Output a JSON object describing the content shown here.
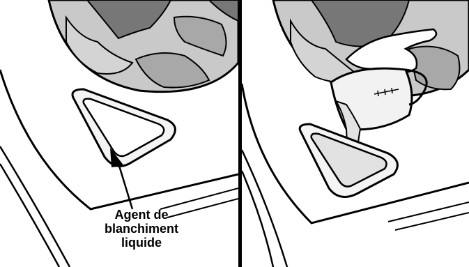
{
  "callout": {
    "line1": "Agent de",
    "line2": "blanchiment",
    "line3": "liquide"
  },
  "colors": {
    "line": "#000000",
    "background": "#ffffff",
    "laundry_dark": "#777777",
    "laundry_mid": "#a8a8a8",
    "laundry_light": "#d4d4d4",
    "liquid": "#e2e2e2"
  },
  "icons": [
    "measuring-cup-icon",
    "hand-icon",
    "arrow-icon",
    "bleach-dispenser-icon"
  ]
}
